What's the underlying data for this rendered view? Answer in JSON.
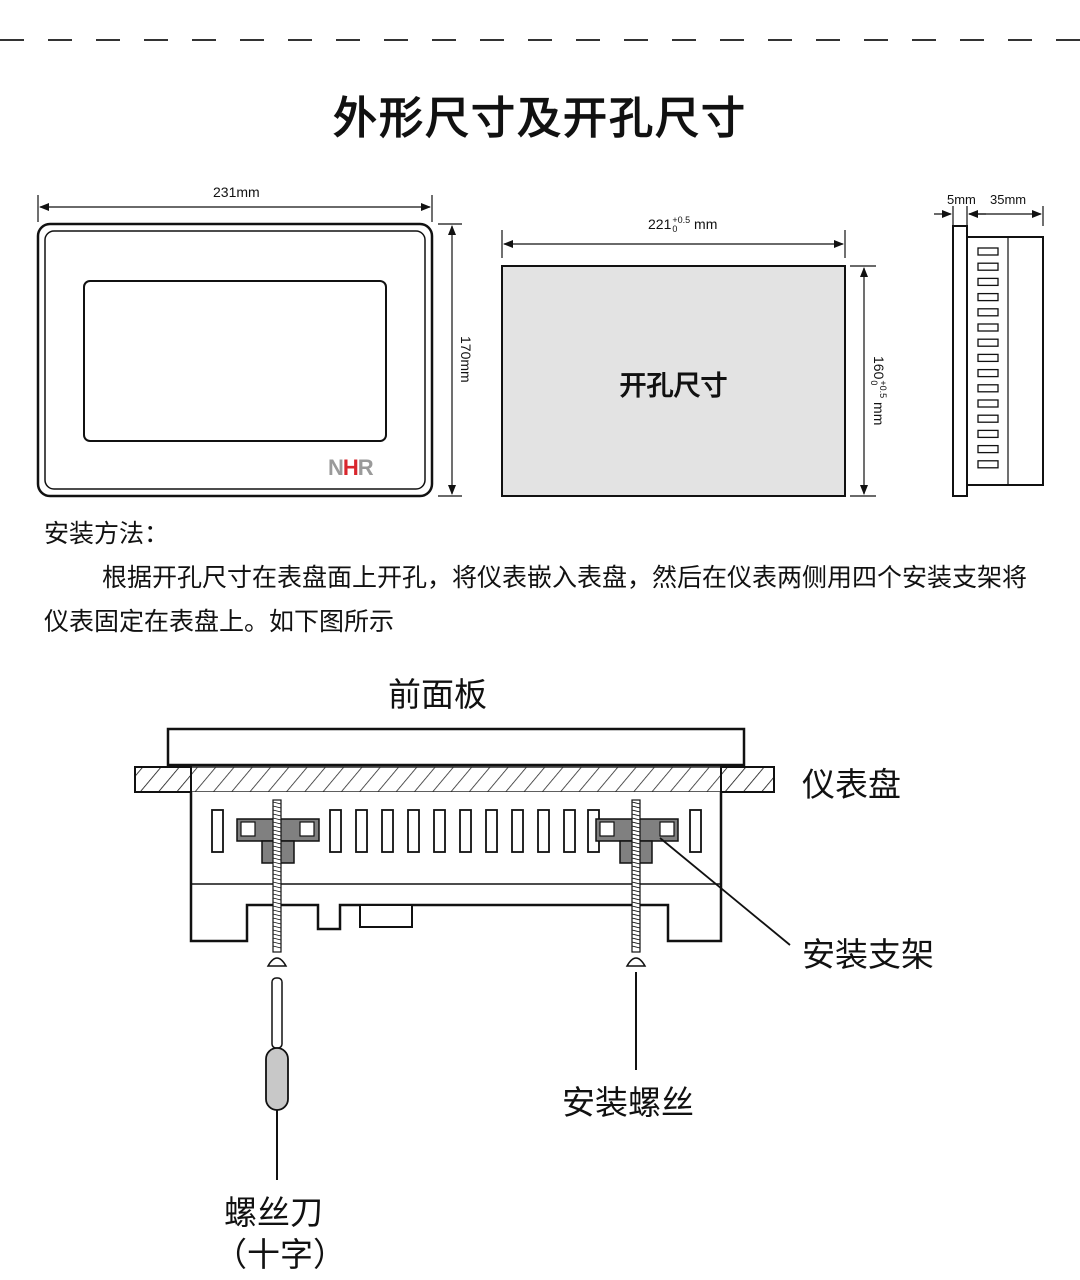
{
  "title": "外形尺寸及开孔尺寸",
  "dimensions": {
    "front_width": "231mm",
    "front_height": "170mm",
    "cutout_width": "221",
    "cutout_height": "160",
    "tol_upper": "+0.5",
    "tol_lower": "0",
    "unit": "mm",
    "side_bezel": "5mm",
    "side_depth": "35mm"
  },
  "cutout_label": "开孔尺寸",
  "brand": {
    "n": "N",
    "h": "H",
    "r": "R",
    "gray": "#9a9a9a",
    "red": "#d8262d"
  },
  "install": {
    "heading": "安装方法：",
    "paragraph": "根据开孔尺寸在表盘面上开孔，将仪表嵌入表盘，然后在仪表两侧用四个安装支架将仪表固定在表盘上。如下图所示"
  },
  "install_diagram": {
    "front_panel": "前面板",
    "meter_panel": "仪表盘",
    "bracket": "安装支架",
    "screw": "安装螺丝",
    "screwdriver": "螺丝刀",
    "screwdriver_type": "（十字）"
  },
  "colors": {
    "cutout_fill": "#e3e3e3",
    "bracket_fill": "#808080",
    "handle_fill": "#c8c8c8"
  }
}
